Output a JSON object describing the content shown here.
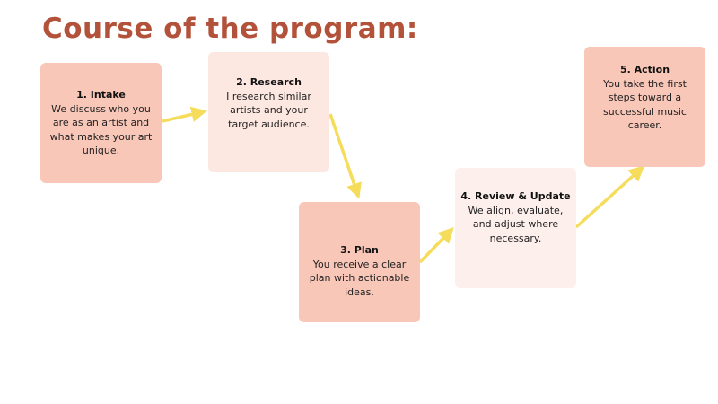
{
  "title": "Course of the program:",
  "steps": [
    {
      "heading": "1. Intake",
      "text": "We discuss who you are as an artist and what makes your art unique."
    },
    {
      "heading": "2. Research",
      "text": "I research similar artists and your target audience."
    },
    {
      "heading": "3. Plan",
      "text": "You receive a clear plan with actionable ideas."
    },
    {
      "heading": "4. Review & Update",
      "text": "We align, evaluate, and adjust where necessary."
    },
    {
      "heading": "5. Action",
      "text": "You take the first steps toward a successful music career."
    }
  ],
  "colors": {
    "title": "#b3523a",
    "arrow": "#f5dc5a",
    "box_dark": "#f9c7b8",
    "box_light": "#fde7e1"
  }
}
